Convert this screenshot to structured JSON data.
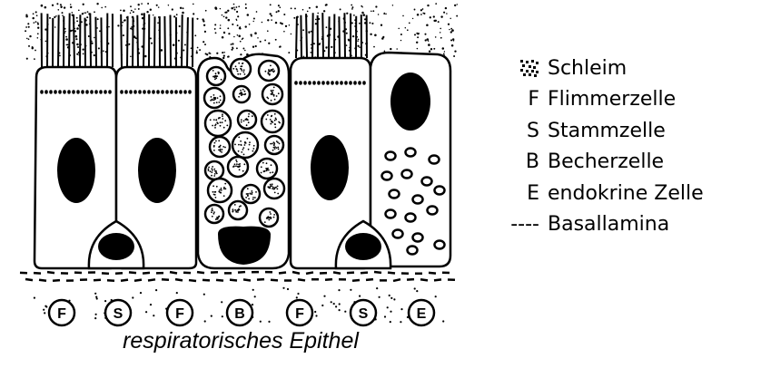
{
  "caption": "respiratorisches Epithel",
  "cells": [
    {
      "label": "F",
      "type": "Flimmerzelle"
    },
    {
      "label": "S",
      "type": "Stammzelle"
    },
    {
      "label": "F",
      "type": "Flimmerzelle"
    },
    {
      "label": "B",
      "type": "Becherzelle"
    },
    {
      "label": "F",
      "type": "Flimmerzelle"
    },
    {
      "label": "S",
      "type": "Stammzelle"
    },
    {
      "label": "E",
      "type": "endokrine Zelle"
    }
  ],
  "legend": [
    {
      "key": "",
      "icon": "mucus-pattern-icon",
      "label": "Schleim"
    },
    {
      "key": "F",
      "label": "Flimmerzelle"
    },
    {
      "key": "S",
      "label": "Stammzelle"
    },
    {
      "key": "B",
      "label": "Becherzelle"
    },
    {
      "key": "E",
      "label": "endokrine Zelle"
    },
    {
      "key": "----",
      "label": "Basallamina"
    }
  ]
}
